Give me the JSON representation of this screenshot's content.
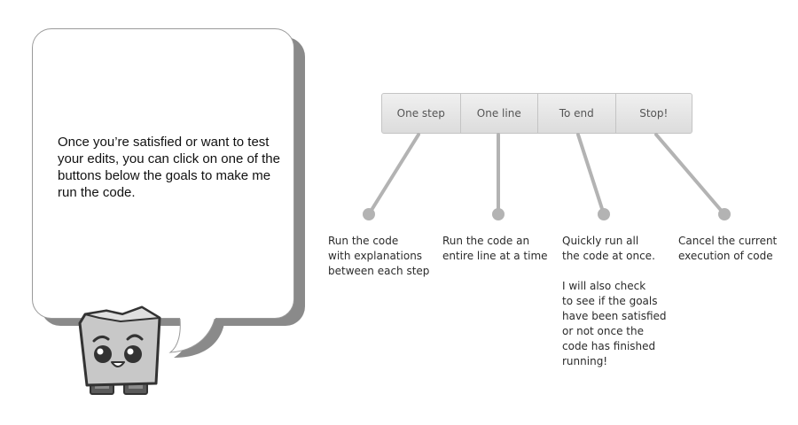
{
  "tutorial": {
    "speech_bubble_text": "Once you’re satisfied or want to test your edits, you can click on one of the buttons below the goals to make me run the code."
  },
  "toolbar": {
    "buttons": [
      {
        "label": "One step"
      },
      {
        "label": "One line"
      },
      {
        "label": "To end"
      },
      {
        "label": "Stop!"
      }
    ]
  },
  "descriptions": [
    {
      "text": "Run the code\nwith explanations\nbetween each step"
    },
    {
      "text": "Run the code an\nentire line at a time"
    },
    {
      "text": "Quickly run all\nthe code at once.\n\nI will also check\nto see if the goals\nhave been satisfied\nor not once the\ncode has finished\nrunning!"
    },
    {
      "text": "Cancel the current\nexecution of code"
    }
  ],
  "colors": {
    "connector": "#b3b3b3",
    "bubble_shadow": "#8a8a8a",
    "mascot_body": "#c8c8c8"
  }
}
